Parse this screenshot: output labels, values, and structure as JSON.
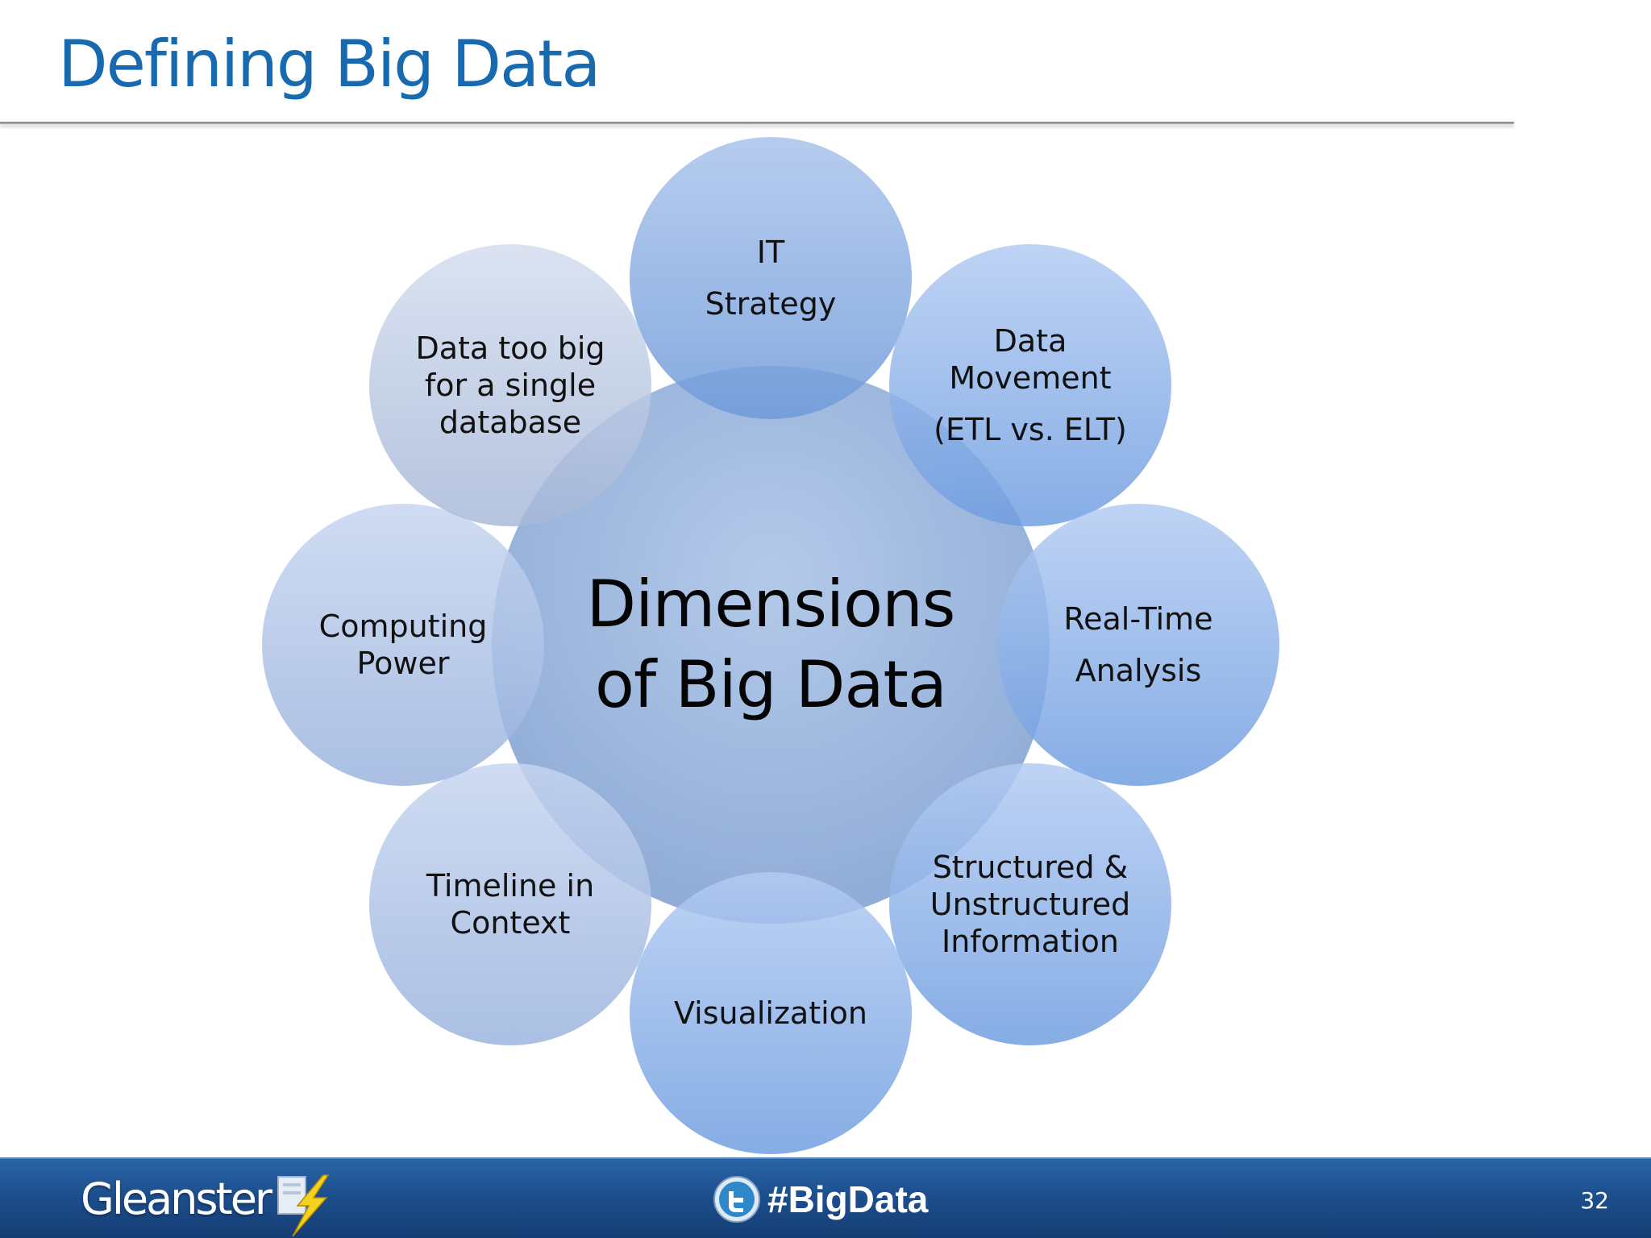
{
  "slide": {
    "title": "Defining Big Data",
    "page_number": "32"
  },
  "diagram": {
    "center": {
      "lines": [
        "Dimensions",
        "of Big Data"
      ]
    },
    "nodes": [
      {
        "id": "it-strategy",
        "lines": [
          "IT",
          "Strategy"
        ]
      },
      {
        "id": "data-movement",
        "lines": [
          "Data",
          "Movement",
          "(ETL vs. ELT)"
        ]
      },
      {
        "id": "real-time-analysis",
        "lines": [
          "Real-Time",
          "Analysis"
        ]
      },
      {
        "id": "structured-unstructured",
        "lines": [
          "Structured &",
          "Unstructured",
          "Information"
        ]
      },
      {
        "id": "visualization",
        "lines": [
          "Visualization"
        ]
      },
      {
        "id": "timeline-in-context",
        "lines": [
          "Timeline in",
          "Context"
        ]
      },
      {
        "id": "computing-power",
        "lines": [
          "Computing",
          "Power"
        ]
      },
      {
        "id": "data-too-big",
        "lines": [
          "Data too big",
          "for a single",
          "database"
        ]
      }
    ]
  },
  "footer": {
    "brand": "Gleanster",
    "hashtag": "#BigData",
    "icons": {
      "brand": "lightning-bolt-icon",
      "social": "twitter-bird-icon"
    }
  },
  "colors": {
    "title": "#1769b0",
    "footer": "#1d4f8e",
    "circle_dark": "#6f9ad6",
    "circle_light": "#c7d5ee"
  }
}
